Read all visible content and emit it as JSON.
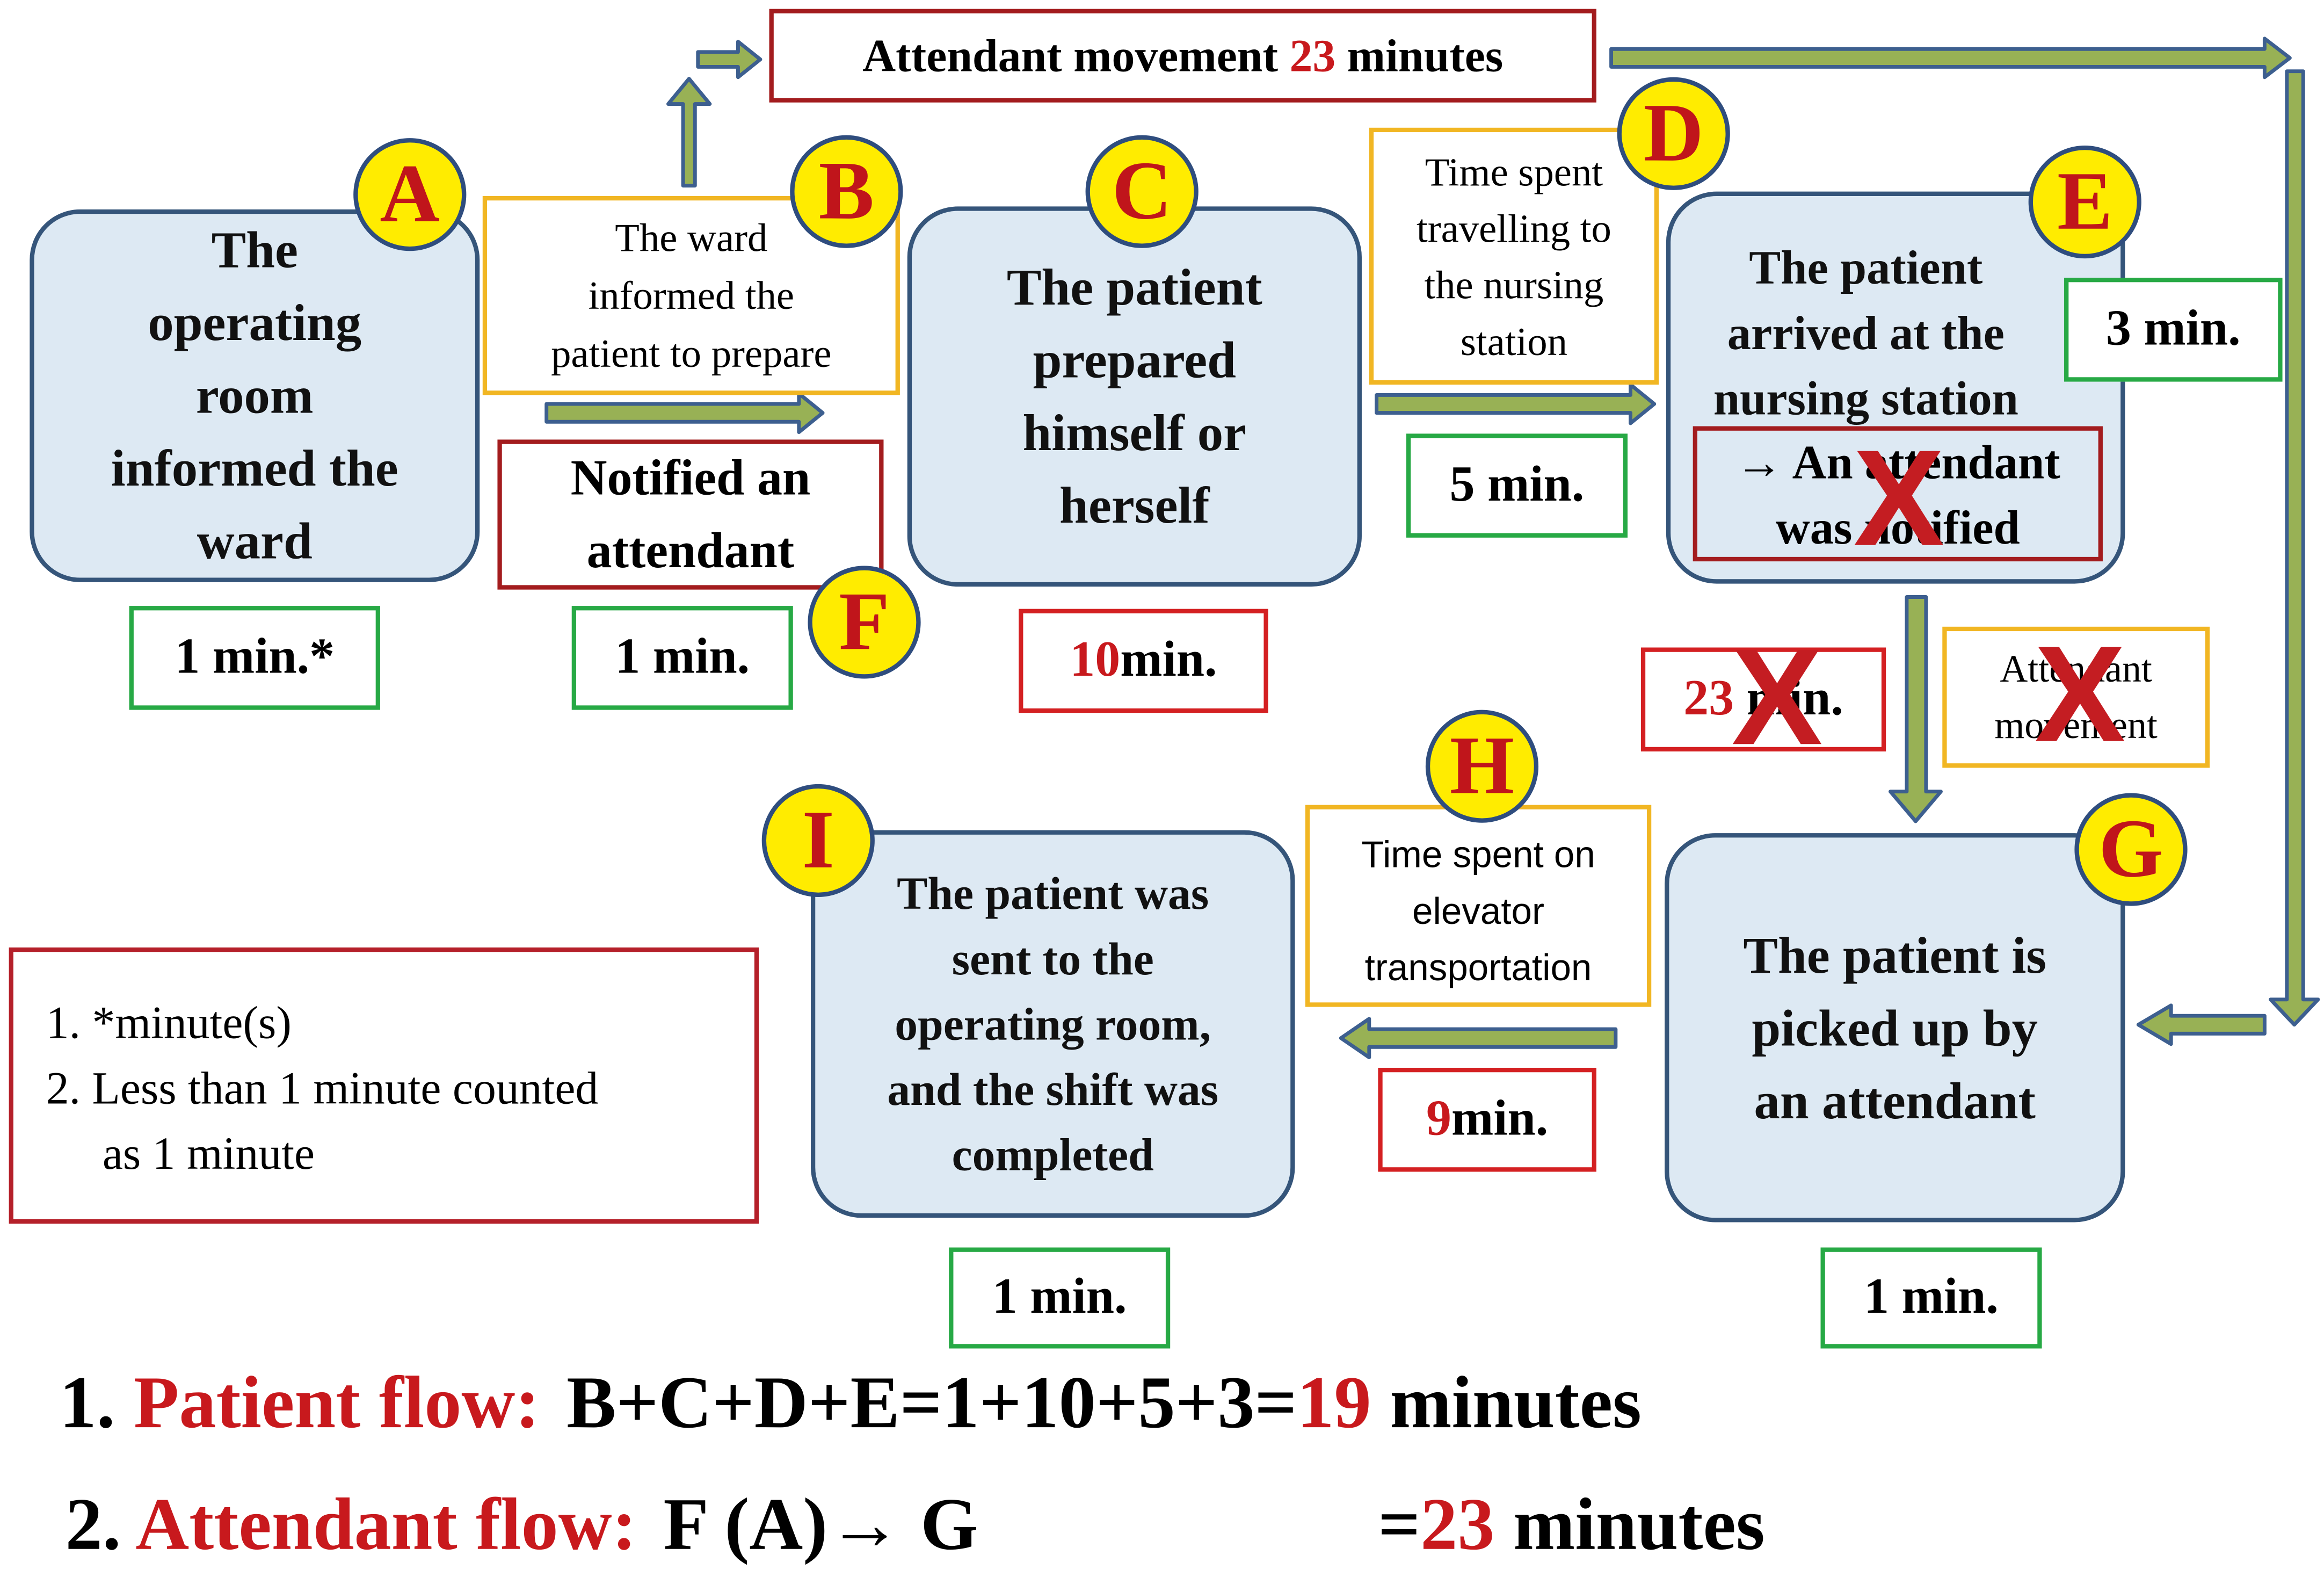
{
  "steps": {
    "a": {
      "letter": "A",
      "lines": [
        "The",
        "operating",
        "room",
        "informed the",
        "ward"
      ],
      "time": "1 min.*"
    },
    "b": {
      "letter": "B",
      "lines": [
        "The ward",
        "informed the",
        "patient to prepare"
      ],
      "time": "1 min."
    },
    "c": {
      "letter": "C",
      "lines": [
        "The patient",
        "prepared",
        "himself or",
        "herself"
      ],
      "time_value": "10",
      "time_unit": "min."
    },
    "d": {
      "letter": "D",
      "lines": [
        "Time spent",
        "travelling to",
        "the nursing",
        "station"
      ],
      "time": "5 min."
    },
    "e": {
      "letter": "E",
      "lines": [
        "The patient",
        "arrived at the",
        "nursing station"
      ],
      "notify_lines": [
        "→ An attendant",
        "was notified"
      ],
      "time": "3 min."
    },
    "f": {
      "letter": "F",
      "lines": [
        "Notified an",
        "attendant"
      ]
    },
    "g": {
      "letter": "G",
      "lines": [
        "The patient is",
        "picked up by",
        "an attendant"
      ],
      "time": "1 min."
    },
    "h": {
      "letter": "H",
      "lines": [
        "Time spent on",
        "elevator",
        "transportation"
      ],
      "time_value": "9",
      "time_unit": "min."
    },
    "i": {
      "letter": "I",
      "lines": [
        "The patient was",
        "sent to the",
        "operating room,",
        "and the shift was",
        "completed"
      ],
      "time": "1 min."
    }
  },
  "attendant_movement": {
    "prefix": "Attendant movement ",
    "value": "23",
    "suffix": " minutes"
  },
  "crossed_time": {
    "value": "23",
    "unit": " min."
  },
  "crossed_label": {
    "lines": [
      "Attendant",
      "movement"
    ]
  },
  "cross_mark": "X",
  "notes": [
    "1. *minute(s)",
    "2. Less than 1 minute counted",
    "as 1 minute"
  ],
  "summary": {
    "line1": {
      "number": "1. ",
      "label": "Patient flow",
      "colon": ":",
      "formula": "B+C+D+E=1+10+5+3=",
      "result": "19",
      "unit": " minutes"
    },
    "line2": {
      "number": "2. ",
      "label": "Attendant flow",
      "colon": ":",
      "formula": "F (A)→ G",
      "equals": "=",
      "result": "23",
      "unit": " minutes"
    }
  },
  "colors": {
    "accent_red": "#c8191d",
    "arrow_fill": "#98b155",
    "arrow_outline": "#3d5f8f",
    "node_fill": "#dde9f3",
    "badge_yellow": "#ffec00"
  }
}
